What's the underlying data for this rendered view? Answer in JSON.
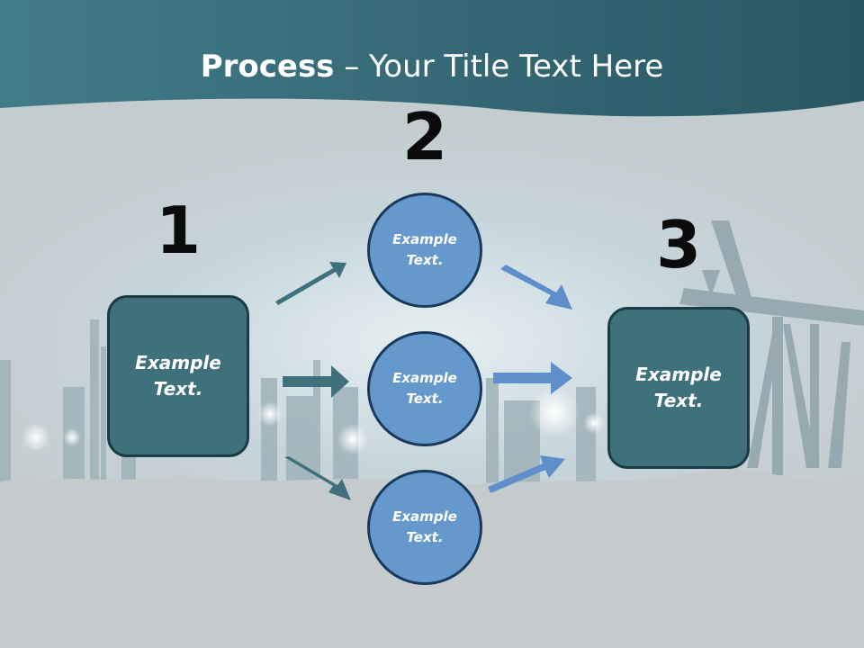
{
  "slide": {
    "title_bold": "Process",
    "title_rest": " – Your Title Text Here"
  },
  "steps": {
    "one": "1",
    "two": "2",
    "three": "3"
  },
  "nodes": {
    "left_box": {
      "line1": "Example",
      "line2": "Text."
    },
    "circle_top": {
      "line1": "Example",
      "line2": "Text."
    },
    "circle_mid": {
      "line1": "Example",
      "line2": "Text."
    },
    "circle_bottom": {
      "line1": "Example",
      "line2": "Text."
    },
    "right_box": {
      "line1": "Example",
      "line2": "Text."
    }
  },
  "colors": {
    "header_teal": "#2f5e6a",
    "box_fill": "#3f717c",
    "circle_fill": "#6598cc",
    "arrow_teal": "#3f717c",
    "arrow_blue": "#5f8fcb",
    "background": "#c5cccf"
  }
}
